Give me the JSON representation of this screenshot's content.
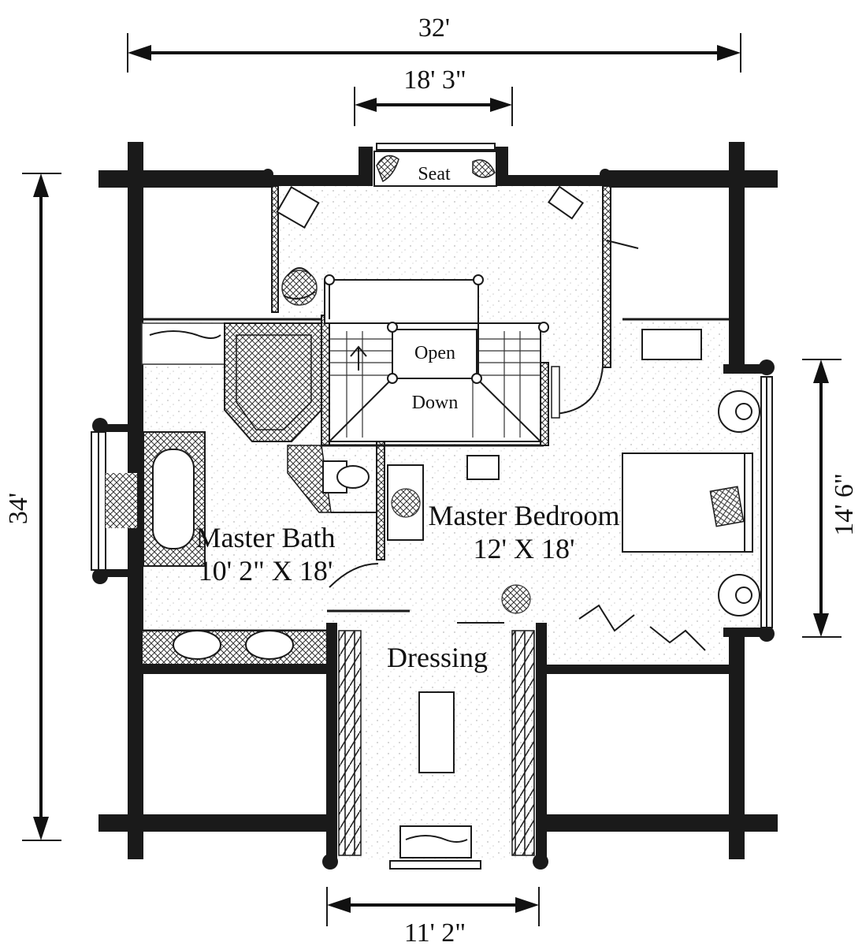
{
  "dimensions": {
    "overall_width": "32'",
    "upper_width": "18' 3\"",
    "overall_depth": "34'",
    "right_depth": "14' 6\"",
    "lower_width": "11' 2\""
  },
  "rooms": {
    "seat": "Seat",
    "open": "Open",
    "down": "Down",
    "master_bedroom": {
      "name": "Master Bedroom",
      "size": "12' X 18'"
    },
    "master_bath": {
      "name": "Master Bath",
      "size": "10' 2\" X 18'"
    },
    "dressing": "Dressing"
  },
  "colors": {
    "wall": "#1a1a1a",
    "background": "#ffffff"
  },
  "icons": [
    "chair-icon",
    "plant-icon",
    "bathtub-icon",
    "toilet-icon",
    "sink-icon",
    "bed-icon",
    "nightstand-lamp-icon",
    "desk-icon",
    "closet-rod-icon",
    "window-seat-icon"
  ]
}
